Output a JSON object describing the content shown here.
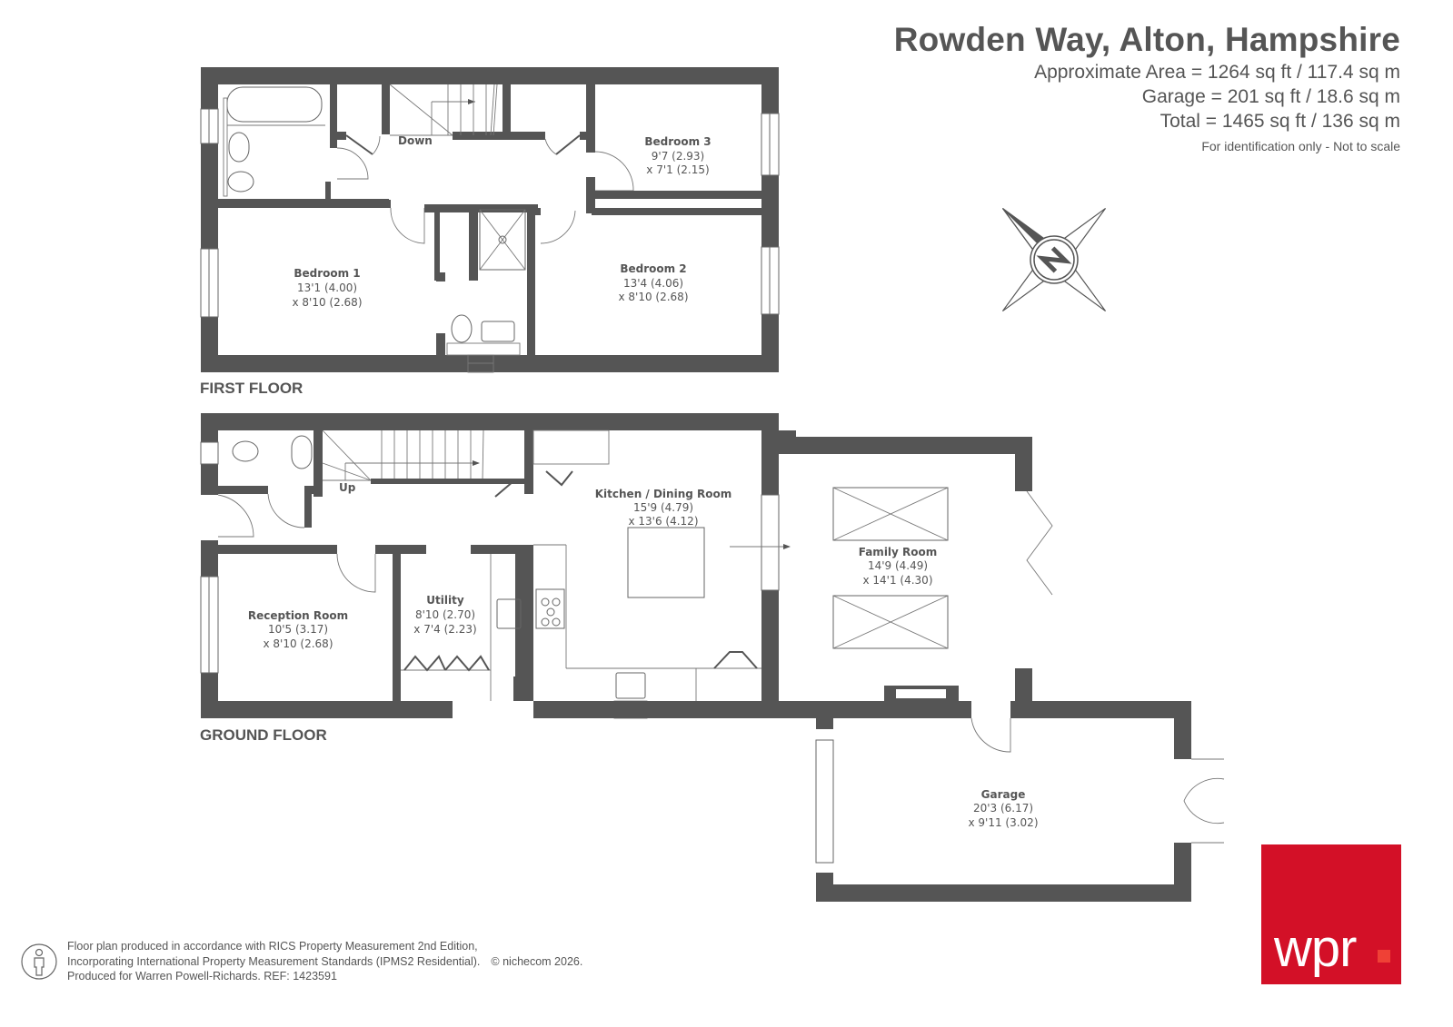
{
  "header": {
    "title": "Rowden Way, Alton, Hampshire",
    "approx_area": "Approximate Area = 1264 sq ft / 117.4 sq m",
    "garage_area": "Garage = 201 sq ft / 18.6 sq m",
    "total_area": "Total = 1465 sq ft / 136 sq m",
    "disclaimer": "For identification only - Not to scale"
  },
  "compass": {
    "icon": "north-compass-icon",
    "label": "N"
  },
  "first_floor": {
    "label": "FIRST FLOOR",
    "stairs_label": "Down",
    "rooms": [
      {
        "name": "Bedroom 3",
        "dim1": "9'7 (2.93)",
        "dim2": "x 7'1 (2.15)"
      },
      {
        "name": "Bedroom 1",
        "dim1": "13'1 (4.00)",
        "dim2": "x 8'10 (2.68)"
      },
      {
        "name": "Bedroom 2",
        "dim1": "13'4 (4.06)",
        "dim2": "x 8'10 (2.68)"
      }
    ]
  },
  "ground_floor": {
    "label": "GROUND FLOOR",
    "stairs_label": "Up",
    "rooms": [
      {
        "name": "Kitchen / Dining Room",
        "dim1": "15'9 (4.79)",
        "dim2": "x 13'6 (4.12)"
      },
      {
        "name": "Family Room",
        "dim1": "14'9 (4.49)",
        "dim2": "x 14'1 (4.30)"
      },
      {
        "name": "Reception Room",
        "dim1": "10'5 (3.17)",
        "dim2": "x 8'10 (2.68)"
      },
      {
        "name": "Utility",
        "dim1": "8'10 (2.70)",
        "dim2": "x 7'4 (2.23)"
      },
      {
        "name": "Garage",
        "dim1": "20'3 (6.17)",
        "dim2": "x 9'11 (3.02)"
      }
    ]
  },
  "footer": {
    "icon": "person-accessibility-icon",
    "line1": "Floor plan produced in accordance with RICS Property Measurement 2nd Edition,",
    "line2": "Incorporating International Property Measurement Standards (IPMS2 Residential).",
    "copyright": "© nichecom 2026.",
    "line3": "Produced for Warren Powell-Richards.   REF: 1423591"
  },
  "logo": {
    "text": "wpr",
    "bg_color": "#d31027",
    "dot_color": "#ef4136"
  },
  "colors": {
    "wall": "#555555",
    "text": "#555555"
  }
}
